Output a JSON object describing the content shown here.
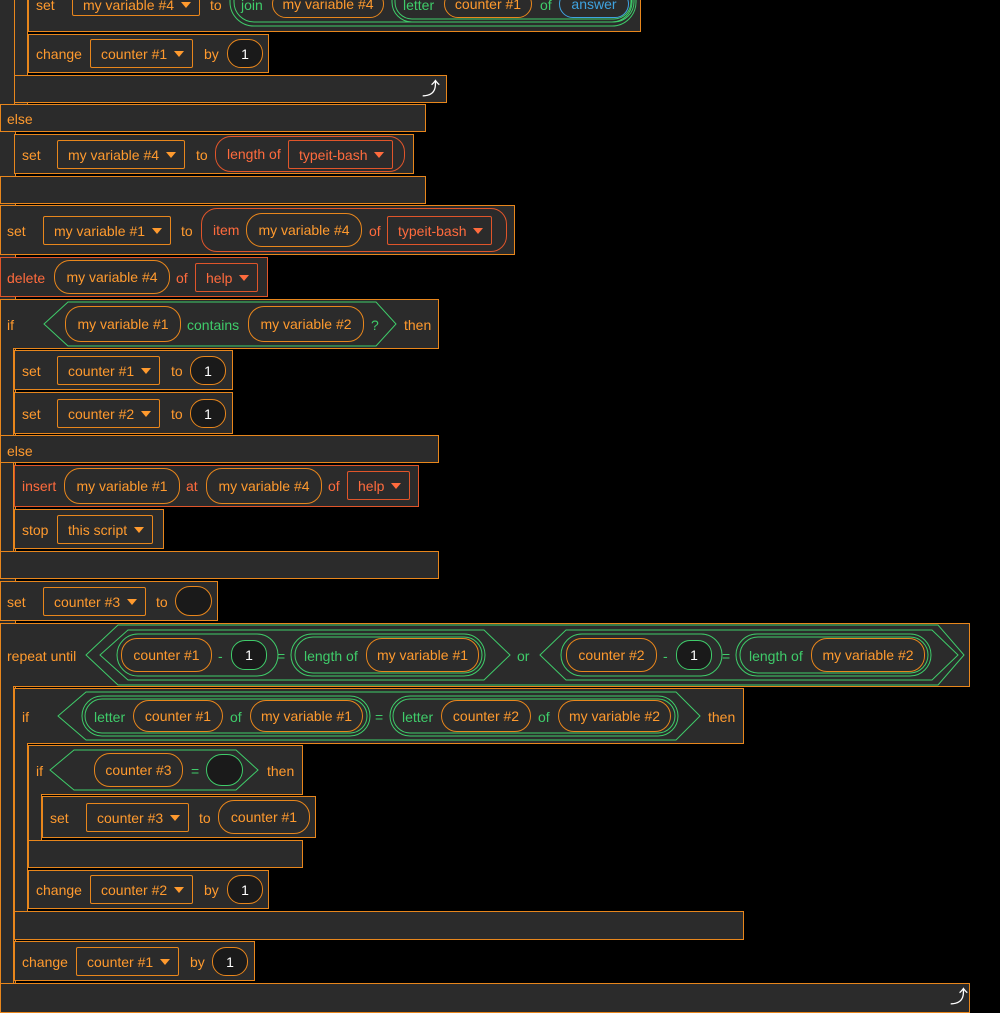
{
  "kw": {
    "set": "set",
    "to": "to",
    "change": "change",
    "by": "by",
    "else": "else",
    "if": "if",
    "then": "then",
    "delete": "delete",
    "of": "of",
    "insert": "insert",
    "at": "at",
    "stop": "stop",
    "repeat_until": "repeat until",
    "join": "join",
    "letter": "letter",
    "length_of": "length of",
    "item": "item",
    "contains": "contains",
    "q": "?",
    "or": "or",
    "minus": "-",
    "eq": "="
  },
  "vars": {
    "v1": "my variable #1",
    "v2": "my variable #2",
    "v4": "my variable #4",
    "c1": "counter #1",
    "c2": "counter #2",
    "c3": "counter #3"
  },
  "lists": {
    "typeit": "typeit-bash",
    "help": "help",
    "answer": "answer"
  },
  "stop_option": "this script",
  "num1": "1",
  "icons": {
    "loop": "loop-arrow-icon",
    "dropdown": "dropdown-caret-icon"
  }
}
